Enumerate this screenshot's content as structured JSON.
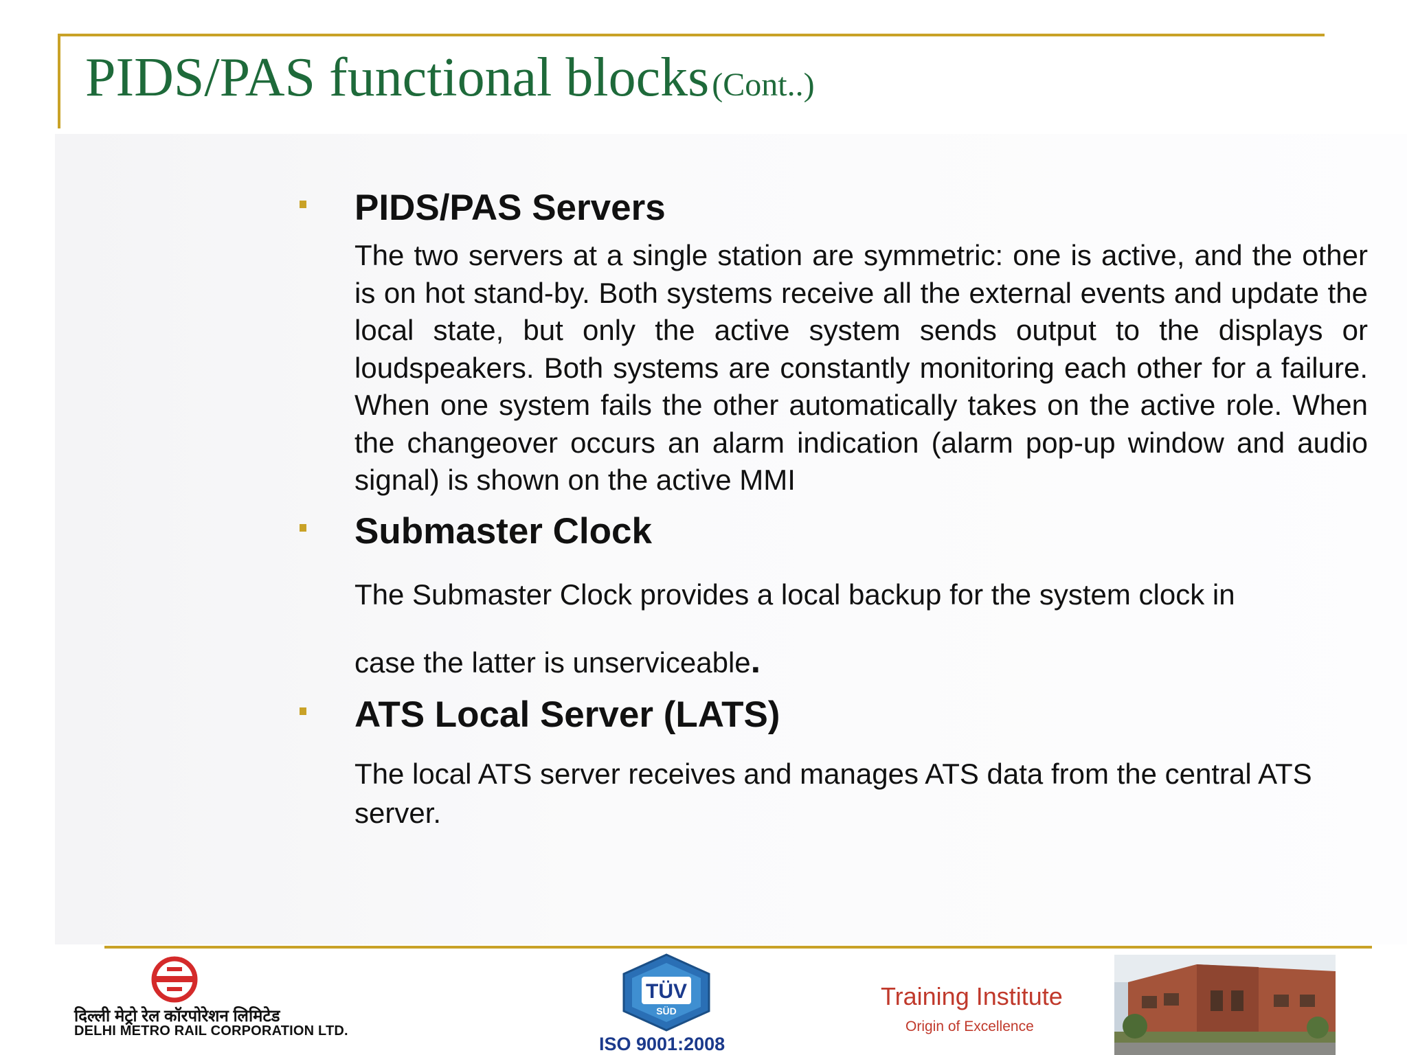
{
  "title": {
    "main": "PIDS/PAS functional blocks",
    "sub": "(Cont..)"
  },
  "sections": [
    {
      "heading": "PIDS/PAS Servers",
      "body": "The two servers at a single station are symmetric: one is active, and the other is on hot stand-by. Both systems receive all the external events and update the local state, but only the active system sends output to the displays or loudspeakers. Both systems are constantly monitoring each other for a failure. When one system fails the other automatically takes on the active role. When the changeover occurs an alarm indication (alarm pop-up window and audio signal) is shown on the active MMI"
    },
    {
      "heading": "Submaster Clock",
      "body_line1": "The Submaster Clock provides a local backup for the system clock in",
      "body_line2": "case the latter is unserviceable",
      "body_end": "."
    },
    {
      "heading": "ATS Local Server (LATS)",
      "body": "The local ATS server receives and manages ATS data from the central ATS server."
    }
  ],
  "footer": {
    "dmrc_hindi": "दिल्ली मेट्रो रेल कॉरपोरेशन लिमिटेड",
    "dmrc_english": "DELHI METRO RAIL CORPORATION LTD.",
    "tuv_text": "TÜV",
    "tuv_sub": "SÜD",
    "iso": "ISO 9001:2008",
    "training_title": "Training Institute",
    "training_tagline": "Origin of Excellence"
  },
  "colors": {
    "title_green": "#1e6a3a",
    "accent_gold": "#c9a227",
    "training_red": "#c0392b",
    "iso_blue": "#1b3a8c"
  }
}
